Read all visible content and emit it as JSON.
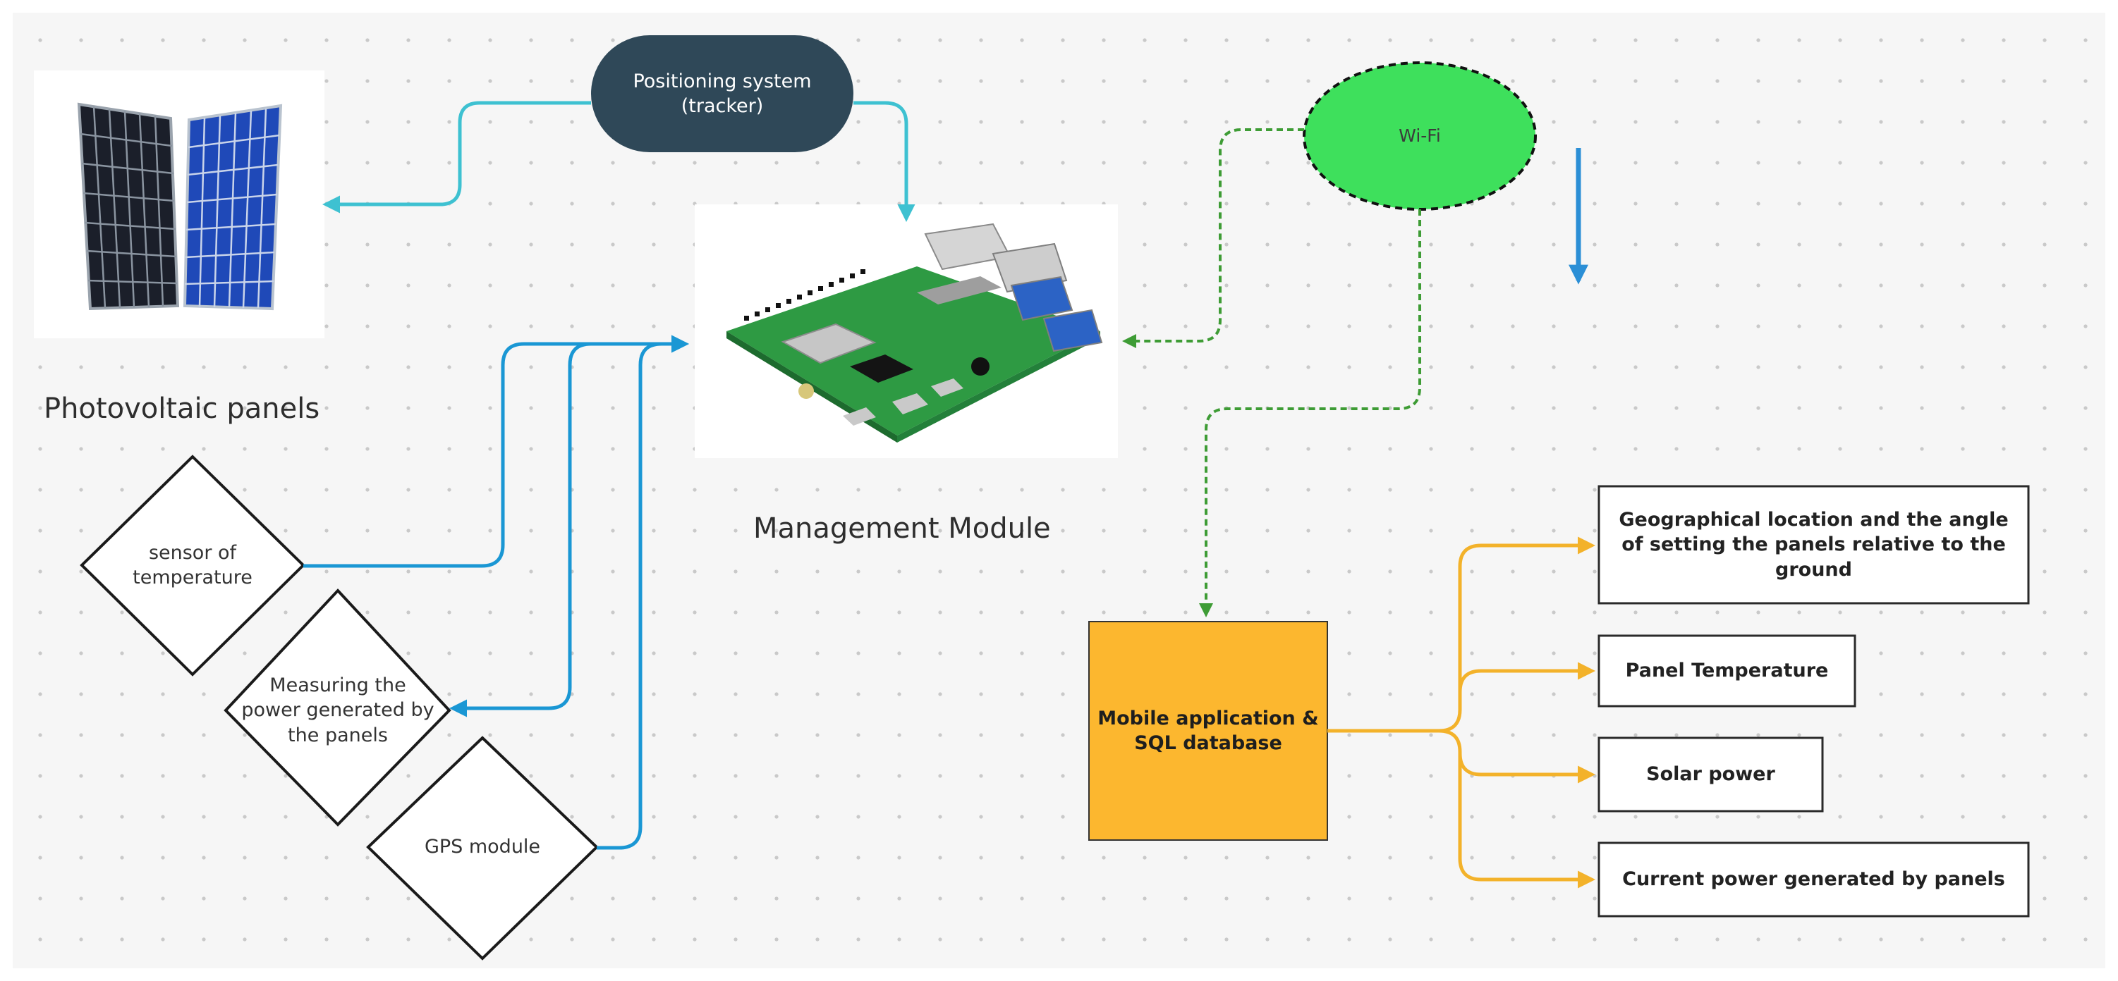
{
  "diagram": {
    "positioning_system": "Positioning system\n(tracker)",
    "wifi": "Wi-Fi",
    "photovoltaic_label": "Photovoltaic panels",
    "management_label": "Management Module",
    "sensor_temperature": "sensor of\ntemperature",
    "measuring_power": "Measuring the\npower generated by\nthe panels",
    "gps_module": "GPS module",
    "mobile_app": "Mobile application &\nSQL database",
    "outputs": [
      "Geographical location and the angle of setting the panels relative to the ground",
      "Panel Temperature",
      "Solar power",
      "Current power generated by panels"
    ]
  },
  "colors": {
    "teal_link": "#3ec1d1",
    "blue_link": "#1a97d4",
    "wifi_link": "#3e9c35",
    "output_link": "#f3b22a",
    "tracker_fill": "#2f4858",
    "wifi_fill": "#3ee05c",
    "mobile_fill": "#fcb72f"
  },
  "icons": [
    "solar-panel-image",
    "raspberry-pi-board-image",
    "down-arrow-icon"
  ]
}
